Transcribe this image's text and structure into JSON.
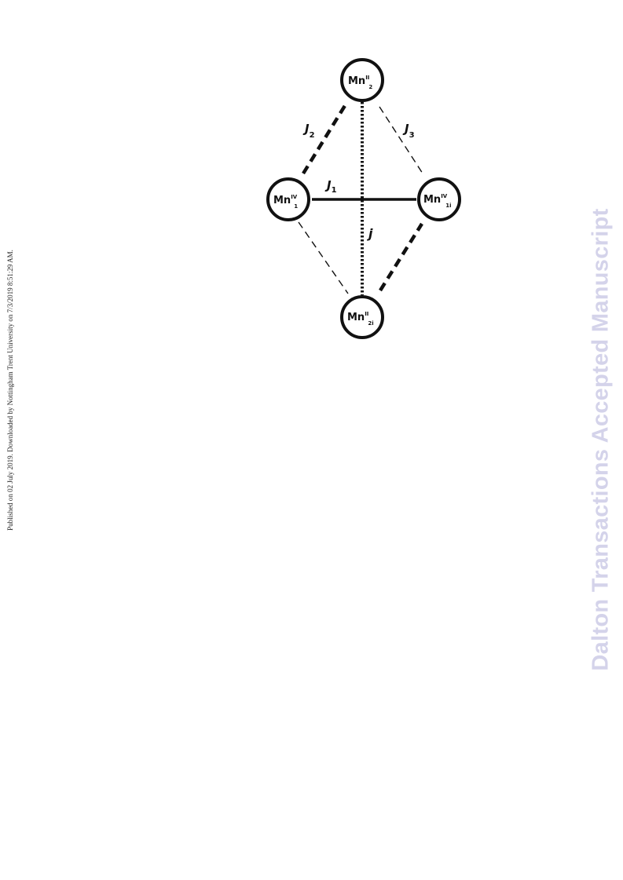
{
  "side_note": {
    "text": "Published on 02 July 2019. Downloaded by Nottingham Trent University on 7/3/2019 8:51:29 AM."
  },
  "watermark": {
    "text": "Dalton Transactions Accepted Manuscript",
    "color": "#d4d3ea"
  },
  "diagram": {
    "nodes": {
      "mn2_top": {
        "base": "Mn",
        "sup": "II",
        "sub": "2"
      },
      "mn1": {
        "base": "Mn",
        "sup": "IV",
        "sub": "1"
      },
      "mn1i": {
        "base": "Mn",
        "sup": "IV",
        "sub": "1i"
      },
      "mn2i": {
        "base": "Mn",
        "sup": "II",
        "sub": "2i"
      }
    },
    "couplings": {
      "j1": {
        "base": "J",
        "sub": "1"
      },
      "j2": {
        "base": "J",
        "sub": "2"
      },
      "j3": {
        "base": "J",
        "sub": "3"
      },
      "j": {
        "base": "j"
      }
    },
    "line_color": "#111111"
  }
}
